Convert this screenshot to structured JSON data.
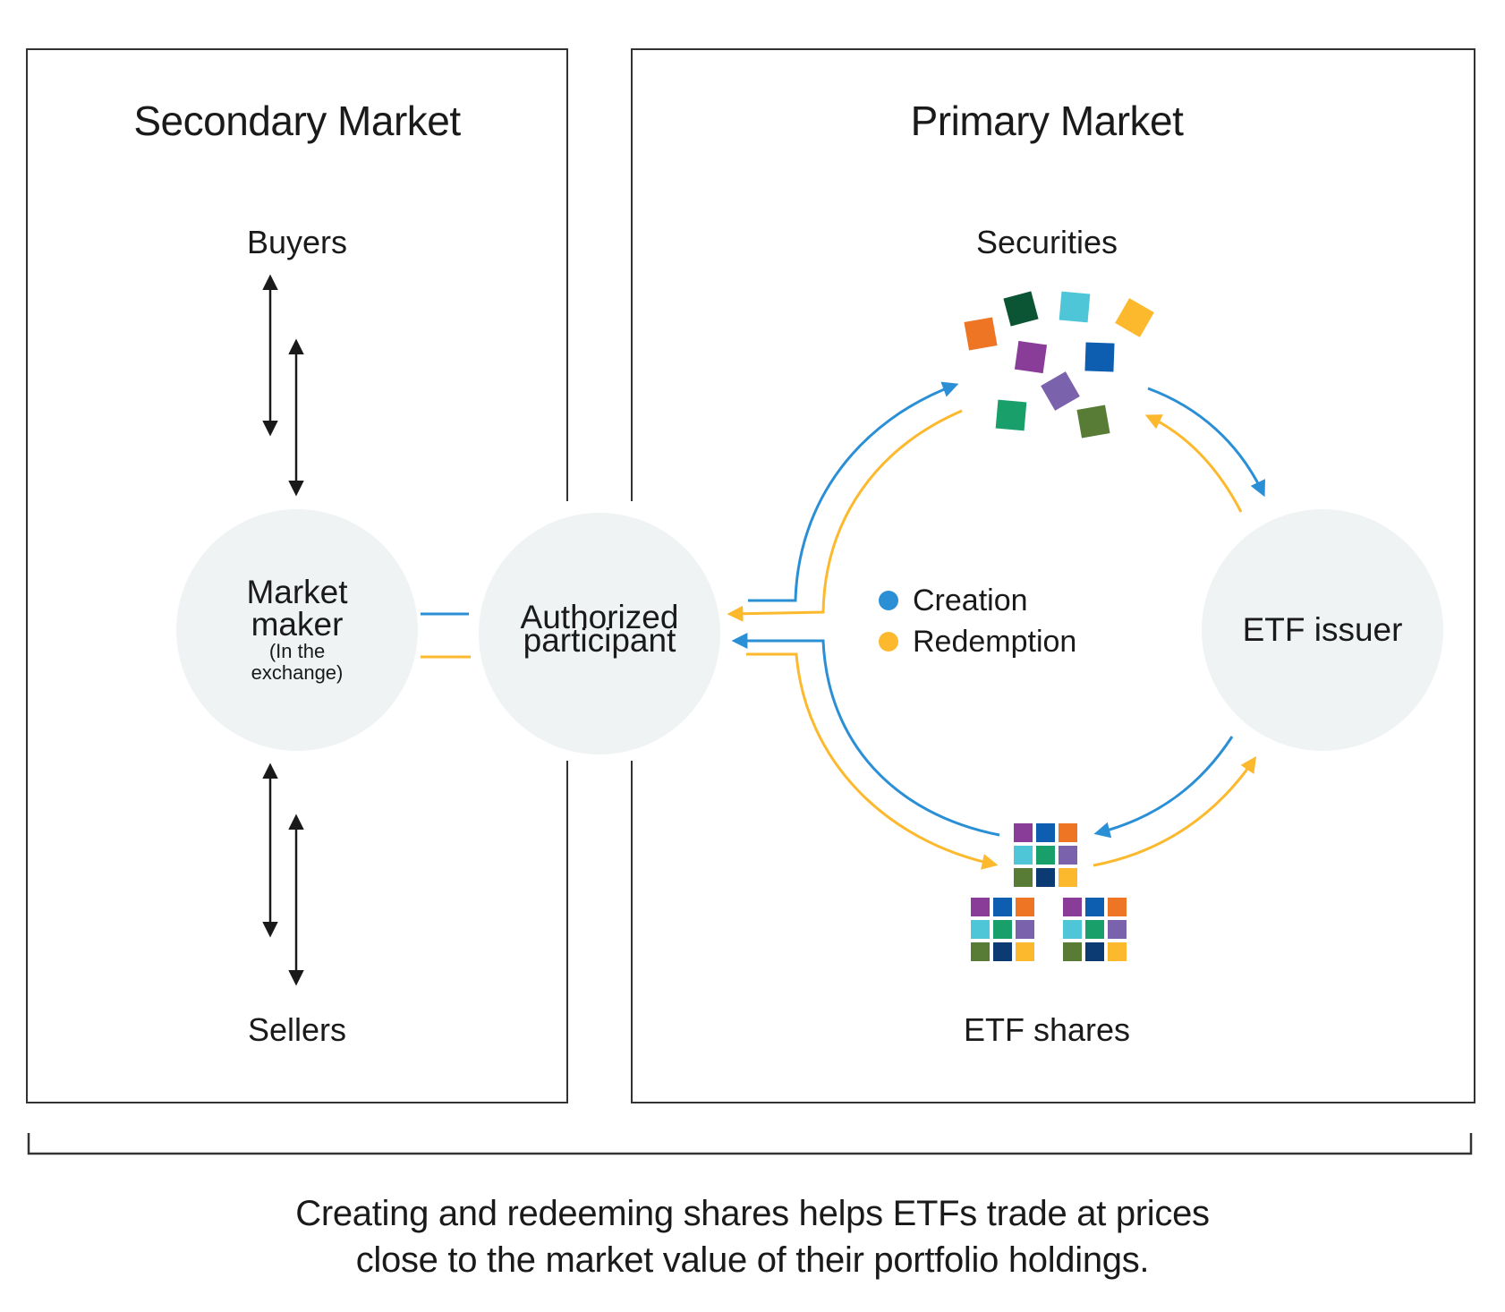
{
  "secondary_market": {
    "title": "Secondary Market",
    "buyers_label": "Buyers",
    "sellers_label": "Sellers",
    "market_maker": {
      "label": "Market maker",
      "line1": "Market",
      "line2": "maker",
      "sub1": "(In the",
      "sub2": "exchange)"
    }
  },
  "primary_market": {
    "title": "Primary Market",
    "securities_label": "Securities",
    "etf_shares_label": "ETF shares",
    "etf_issuer_label": "ETF issuer"
  },
  "authorized_participant": {
    "line1": "Authorized",
    "line2": "participant"
  },
  "legend": [
    {
      "label": "Creation",
      "color": "#2b8fd6"
    },
    {
      "label": "Redemption",
      "color": "#fdb92e"
    }
  ],
  "colors": {
    "creation": "#2b8fd6",
    "redemption": "#fdb92e",
    "node_fill": "#eff3f4",
    "border": "#333333",
    "palette": {
      "orange": "#ee7524",
      "dark_green": "#0b5535",
      "cyan": "#4fc6d7",
      "yellow": "#fdb92e",
      "purple": "#8a3d98",
      "blue": "#0d5eb0",
      "lavender": "#7b62ad",
      "teal": "#19a06a",
      "olive": "#587b35",
      "navy": "#0c3a73"
    }
  },
  "share_grid_colors": [
    "purple",
    "blue",
    "orange",
    "cyan",
    "teal",
    "lavender",
    "olive",
    "navy",
    "yellow"
  ],
  "securities_colors": [
    "orange",
    "dark_green",
    "cyan",
    "yellow",
    "purple",
    "blue",
    "lavender",
    "teal",
    "olive"
  ],
  "caption": {
    "line1": "Creating and redeeming shares helps ETFs trade at prices",
    "line2": "close to the market value of their portfolio holdings."
  }
}
